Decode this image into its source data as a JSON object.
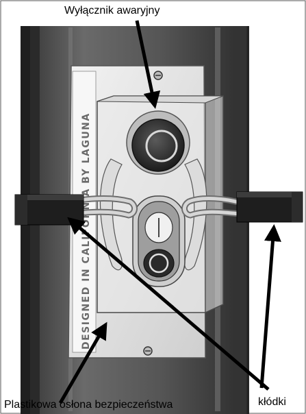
{
  "labels": {
    "emergency_switch": "Wyłącznik awaryjny",
    "plastic_cover": "Plastikowa osłona bezpieczeństwa",
    "padlocks": "kłódki"
  },
  "decal_text": "DESIGNED IN CALIFORNIA BY LAGUNA",
  "colors": {
    "frame": "#4a4a4a",
    "panel": "#e6e6e6",
    "button_cap": "#2e2e2e",
    "padlock": "#1e1e1e",
    "arrow": "#000000"
  }
}
